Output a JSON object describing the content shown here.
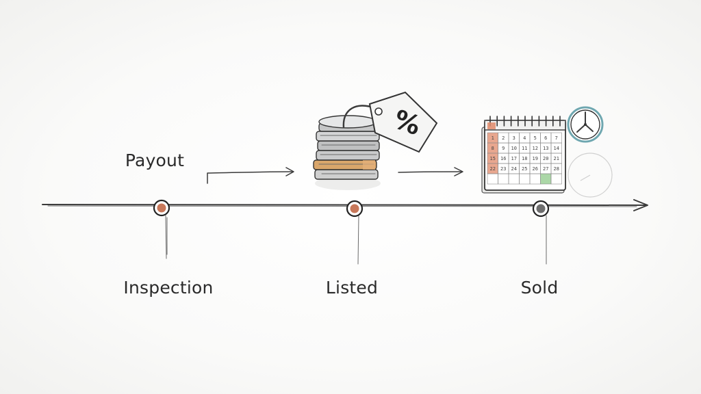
{
  "diagram": {
    "annotation_label": "Payout",
    "stages": [
      {
        "label": "Inspection",
        "marker_color": "#c8785a"
      },
      {
        "label": "Listed",
        "marker_color": "#c8785a"
      },
      {
        "label": "Sold",
        "marker_color": "#6e6e6e"
      }
    ],
    "tag_symbol": "%",
    "calendar_numbers": [
      "1",
      "2",
      "3",
      "4",
      "5",
      "6",
      "7",
      "8",
      "9",
      "10",
      "11",
      "12",
      "13",
      "14",
      "15",
      "16",
      "17",
      "18",
      "19",
      "20",
      "21",
      "22",
      "23",
      "24",
      "25",
      "26",
      "27",
      "28"
    ],
    "colors": {
      "ink": "#2f2f2f",
      "coin_silver": "#c9cacb",
      "coin_gold": "#d9a66b",
      "calendar_accent": "#e08a6a",
      "calendar_highlight": "#8fc98a",
      "clock_ring": "#6fa7b0"
    },
    "icons": [
      "coin-stack-icon",
      "price-tag-icon",
      "calendar-icon",
      "clock-icon"
    ]
  }
}
